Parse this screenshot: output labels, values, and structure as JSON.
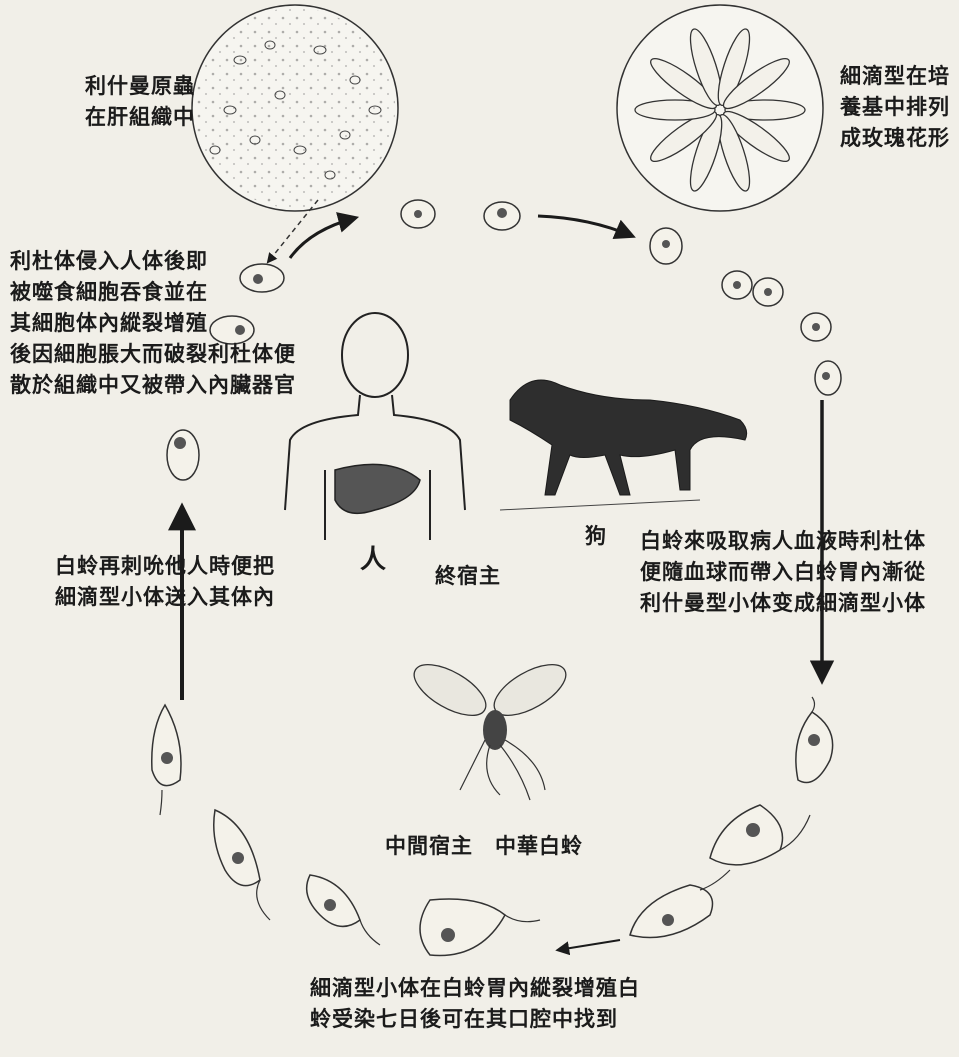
{
  "captions": {
    "liver_tissue": [
      "利什曼原蟲",
      "在肝組織中"
    ],
    "rosette": [
      "細滴型在培",
      "養基中排列",
      "成玫瑰花形"
    ],
    "invasion": [
      "利杜体侵入人体後即",
      "被噬食細胞吞食並在",
      "其細胞体內縱裂增殖",
      "後因細胞脹大而破裂利杜体便",
      "散於組織中又被帶入內臟器官"
    ],
    "bite_transfer": [
      "白蛉再刺吮他人時便把",
      "細滴型小体送入其体內"
    ],
    "sandfly_feeding": [
      "白蛉來吸取病人血液時利杜体",
      "便隨血球而帶入白蛉胃內漸從",
      "利什曼型小体变成細滴型小体"
    ],
    "multiplication": [
      "細滴型小体在白蛉胃內縱裂增殖白",
      "蛉受染七日後可在其口腔中找到"
    ],
    "human": "人",
    "final_host": "終宿主",
    "dog": "狗",
    "intermediate_host": "中間宿主　中華白蛉"
  },
  "colors": {
    "paper": "#f1efe8",
    "ink": "#1b1b1b"
  }
}
